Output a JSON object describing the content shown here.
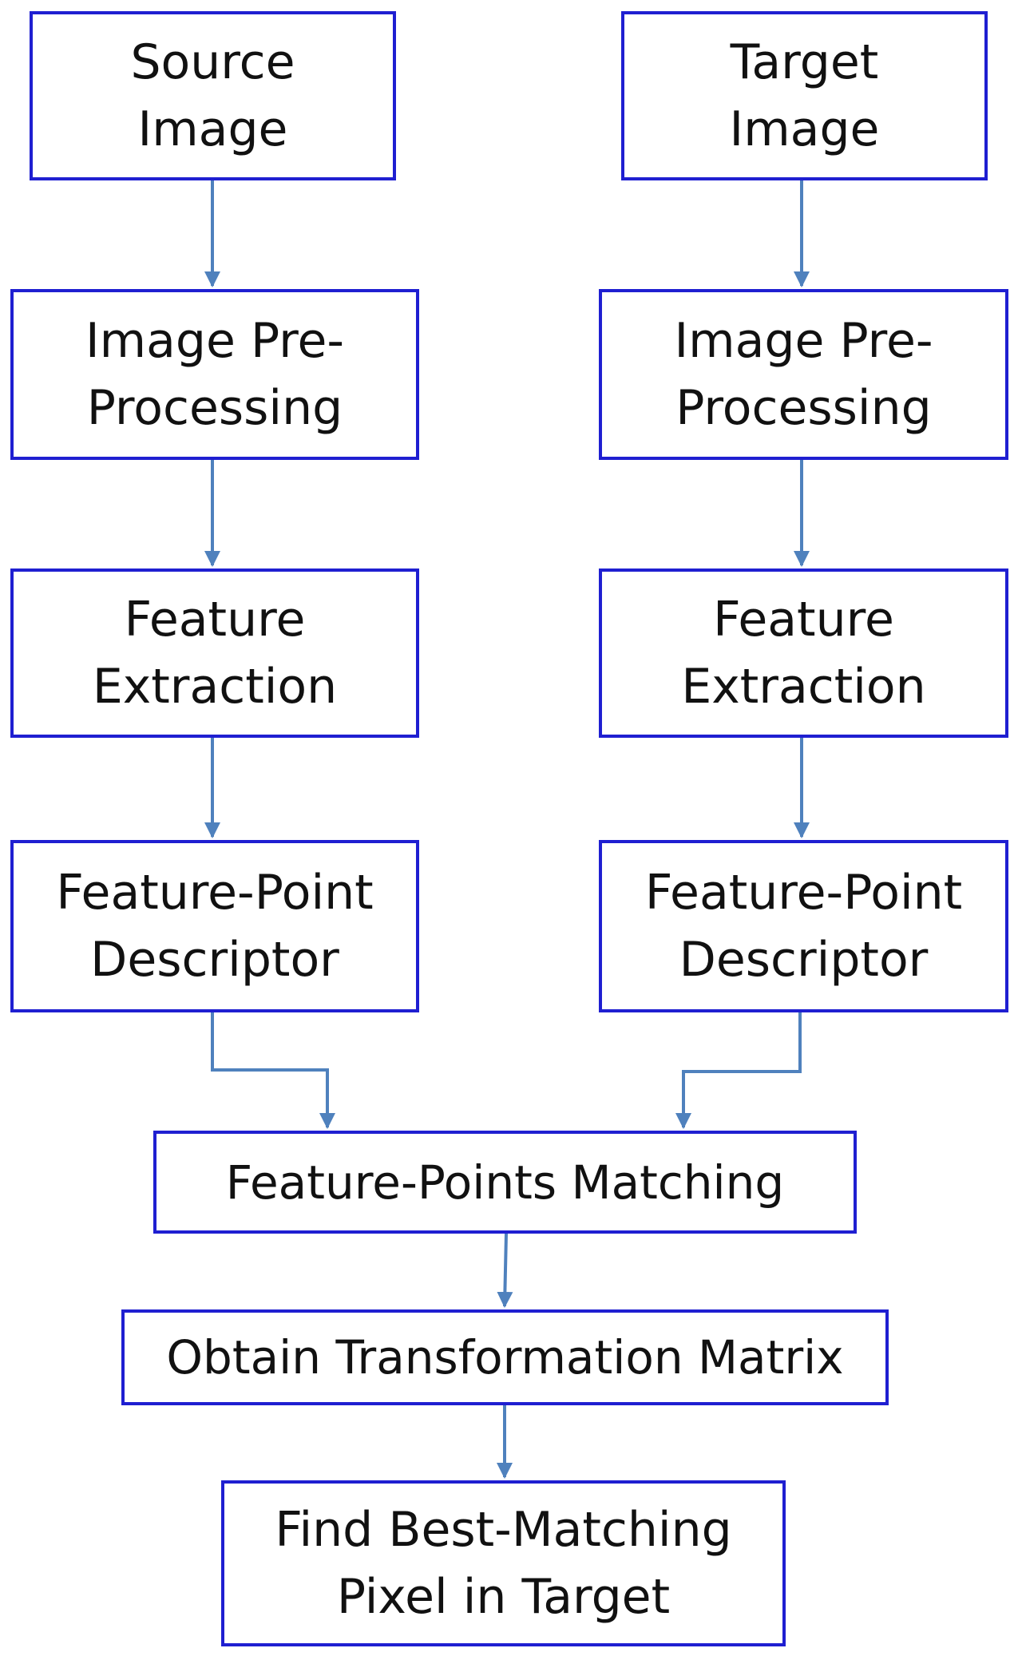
{
  "colors": {
    "box_border": "#1f1fd1",
    "arrow": "#4f81bd",
    "text": "#111111",
    "background": "#ffffff"
  },
  "left_column": {
    "source_image": "Source\nImage",
    "preprocessing": "Image Pre-\nProcessing",
    "feature_extraction": "Feature\nExtraction",
    "descriptor": "Feature-Point\nDescriptor"
  },
  "right_column": {
    "target_image": "Target\nImage",
    "preprocessing": "Image Pre-\nProcessing",
    "feature_extraction": "Feature\nExtraction",
    "descriptor": "Feature-Point\nDescriptor"
  },
  "merge": {
    "matching": "Feature-Points Matching",
    "transformation": "Obtain Transformation Matrix",
    "best_match": "Find Best-Matching\nPixel in Target"
  }
}
